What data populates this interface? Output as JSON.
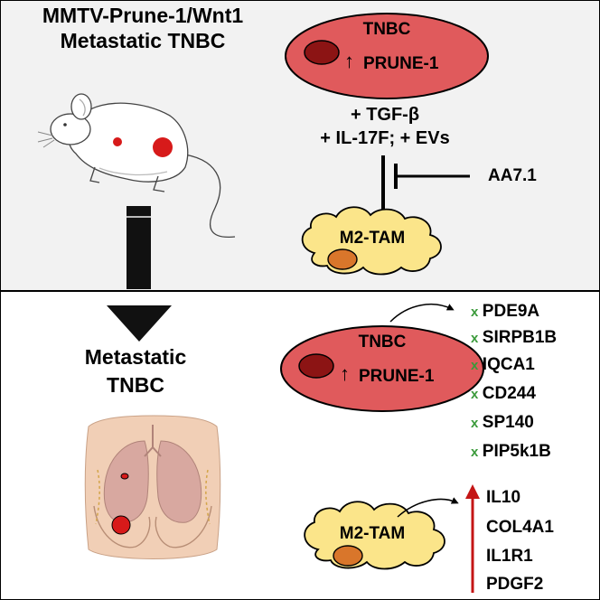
{
  "top_panel": {
    "title_line1": "MMTV-Prune-1/Wnt1",
    "title_line2": "Metastatic TNBC",
    "tnbc_cell": {
      "title": "TNBC",
      "marker_arrow": "↑",
      "marker": "PRUNE-1"
    },
    "stimuli_line1": "+ TGF-β",
    "stimuli_line2": "+ IL-17F; + EVs",
    "inhibitor": "AA7.1",
    "m2_cell": {
      "label": "M2-TAM"
    }
  },
  "bottom_panel": {
    "title_line1": "Metastatic",
    "title_line2": "TNBC",
    "tnbc_cell": {
      "title": "TNBC",
      "marker_arrow": "↑",
      "marker": "PRUNE-1"
    },
    "down_mark": "x",
    "down_genes": [
      "PDE9A",
      "SIRPB1B",
      "IQCA1",
      "CD244",
      "SP140",
      "PIP5k1B"
    ],
    "m2_cell": {
      "label": "M2-TAM"
    },
    "up_genes": [
      "IL10",
      "COL4A1",
      "IL1R1",
      "PDGF2"
    ]
  },
  "colors": {
    "tnbc_fill": "#e05a5c",
    "tnbc_nucleus": "#8c1414",
    "m2_fill": "#fbe58a",
    "m2_nucleus": "#d9762b",
    "tumor_red": "#d71a1a",
    "down_mark": "#3a9a3a",
    "up_arrow": "#c41616"
  }
}
